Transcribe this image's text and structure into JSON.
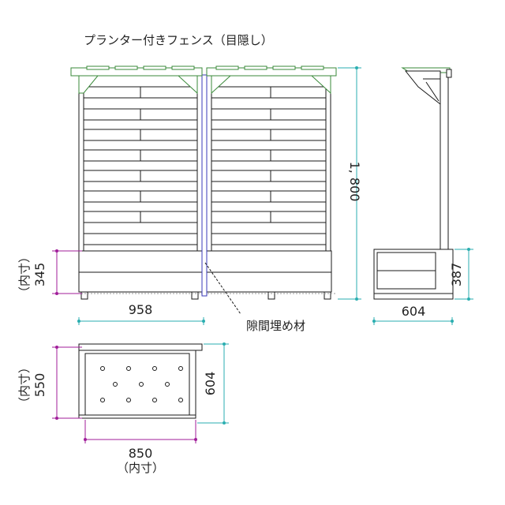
{
  "title": "プランター付きフェンス（目隠し）",
  "front": {
    "height_label": "1, 800",
    "inner_label": "（内寸）",
    "inner_depth_label": "345",
    "width_label": "958",
    "gap_filler_label": "隙間埋め材"
  },
  "side": {
    "box_height_label": "387",
    "depth_label": "604"
  },
  "plan": {
    "inner_label": "（内寸）",
    "inner_depth_label": "550",
    "outer_depth_label": "604",
    "inner_width_label": "850",
    "inner_width_note": "（内寸）"
  },
  "colors": {
    "line": "#1a1a1a",
    "roof": "#3a8a3a",
    "dimension_cyan": "#2aaeb0",
    "dimension_magenta": "#a01e9a",
    "gap_filler": "#3a3ab8"
  }
}
